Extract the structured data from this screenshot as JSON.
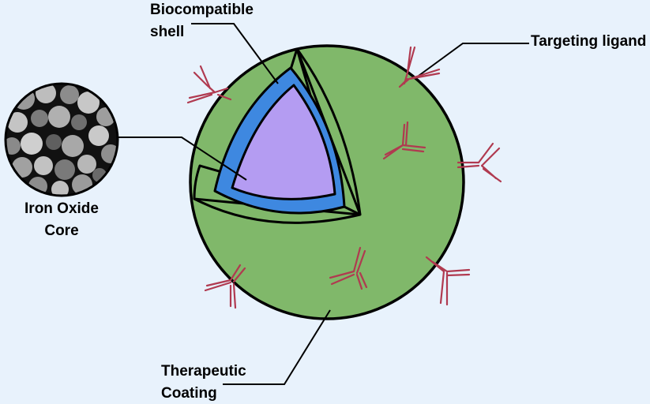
{
  "labels": {
    "shell_line1": "Biocompatible",
    "shell_line2": "shell",
    "ligand": "Targeting ligand",
    "core_line1": "Iron Oxide",
    "core_line2": "Core",
    "coating_line1": "Therapeutic",
    "coating_line2": "Coating"
  },
  "colors": {
    "background": "#e8f2fc",
    "coating": "#80b86a",
    "shell": "#3e88e0",
    "core": "#b49cf2",
    "ligand": "#b03a50"
  }
}
